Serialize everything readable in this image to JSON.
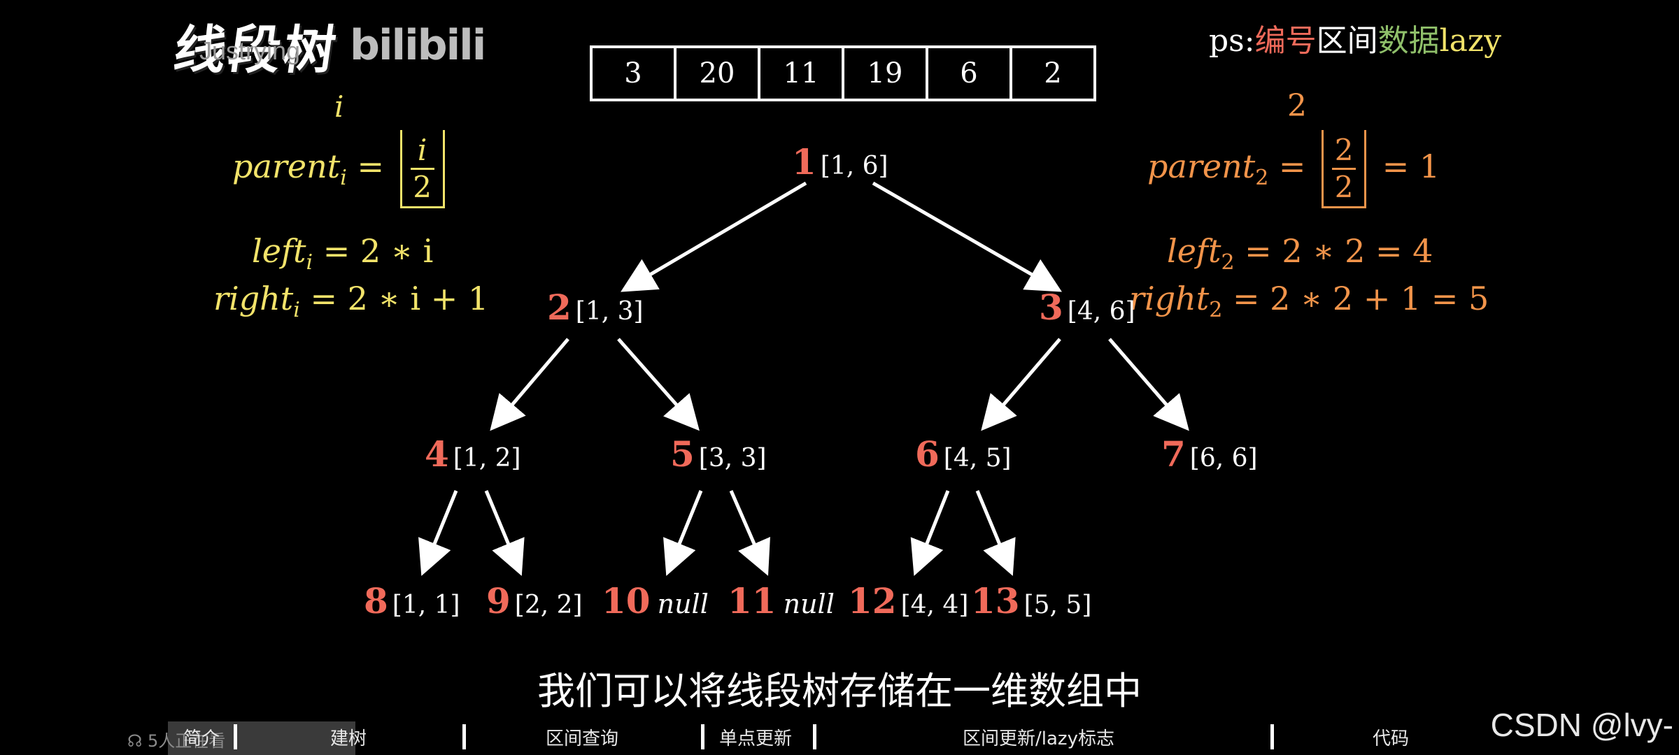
{
  "video": {
    "title": "线段树",
    "uploader": "Justrying",
    "platform_logo": "bilibili",
    "subtitle": "我们可以将线段树存储在一维数组中",
    "viewers": "5人正在看"
  },
  "array": [
    "3",
    "20",
    "11",
    "19",
    "6",
    "2"
  ],
  "legend": {
    "prefix": "ps:",
    "items": [
      {
        "text": "编号",
        "color": "#f06a5a"
      },
      {
        "text": "区间",
        "color": "#ffffff"
      },
      {
        "text": "数据",
        "color": "#8fbf6a"
      },
      {
        "text": "lazy",
        "color": "#f2e36a"
      }
    ]
  },
  "formulas_general": {
    "index": "i",
    "parent_lhs": "parent",
    "parent_sub": "i",
    "frac_num": "i",
    "frac_den": "2",
    "left": "left",
    "left_sub": "i",
    "left_rhs": "= 2 ∗ i",
    "right": "right",
    "right_sub": "i",
    "right_rhs": "= 2 ∗ i + 1"
  },
  "formulas_example": {
    "index": "2",
    "parent_lhs": "parent",
    "parent_sub": "2",
    "frac_num": "2",
    "frac_den": "2",
    "parent_result": "= 1",
    "left": "left",
    "left_sub": "2",
    "left_rhs": "= 2 ∗ 2 = 4",
    "right": "right",
    "right_sub": "2",
    "right_rhs": "= 2 ∗ 2 + 1 = 5"
  },
  "nodes": [
    {
      "id": "1",
      "range": "[1, 6]"
    },
    {
      "id": "2",
      "range": "[1, 3]"
    },
    {
      "id": "3",
      "range": "[4, 6]"
    },
    {
      "id": "4",
      "range": "[1, 2]"
    },
    {
      "id": "5",
      "range": "[3, 3]"
    },
    {
      "id": "6",
      "range": "[4, 5]"
    },
    {
      "id": "7",
      "range": "[6, 6]"
    },
    {
      "id": "8",
      "range": "[1, 1]"
    },
    {
      "id": "9",
      "range": "[2, 2]"
    },
    {
      "id": "10",
      "range": "null"
    },
    {
      "id": "11",
      "range": "null"
    },
    {
      "id": "12",
      "range": "[4, 4]"
    },
    {
      "id": "13",
      "range": "[5, 5]"
    }
  ],
  "chapters": [
    "简介",
    "建树",
    "区间查询",
    "单点更新",
    "区间更新/lazy标志",
    "代码"
  ],
  "watermark": "CSDN @lvy-",
  "colors": {
    "node_id": "#f06a5a",
    "formula_general": "#f2e36a",
    "formula_example": "#f2944a"
  }
}
